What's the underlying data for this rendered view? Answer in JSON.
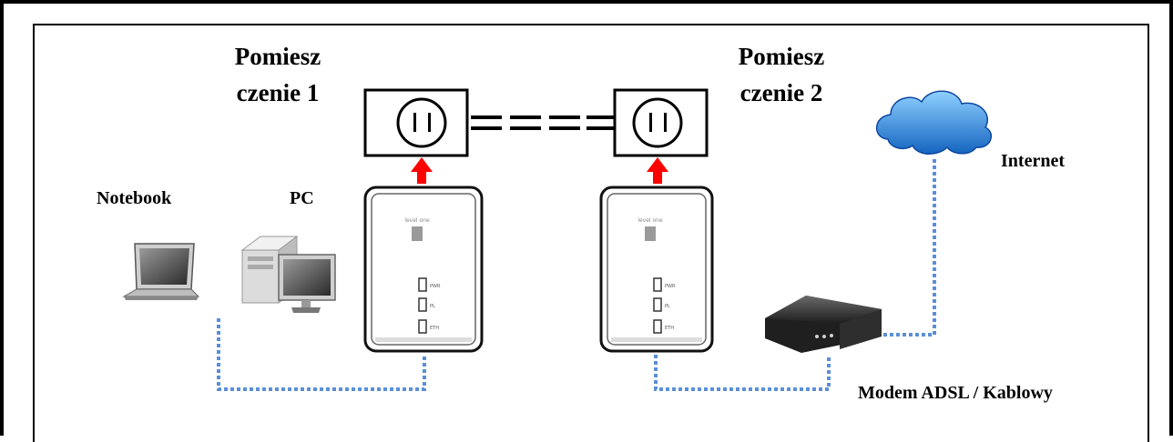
{
  "room1": {
    "line1": "Pomiesz",
    "line2": "czenie 1"
  },
  "room2": {
    "line1": "Pomiesz",
    "line2": "czenie 2"
  },
  "devices": {
    "notebook": "Notebook",
    "pc": "PC",
    "internet": "Internet",
    "modem": "Modem ADSL / Kablowy"
  },
  "adapter": {
    "brand": "level one",
    "leds": [
      "PWR",
      "PL",
      "ETH"
    ]
  },
  "colors": {
    "ethernet_link": "#5b8fd6",
    "power_arrow": "#ff0000",
    "cloud": "#1e88e5"
  }
}
